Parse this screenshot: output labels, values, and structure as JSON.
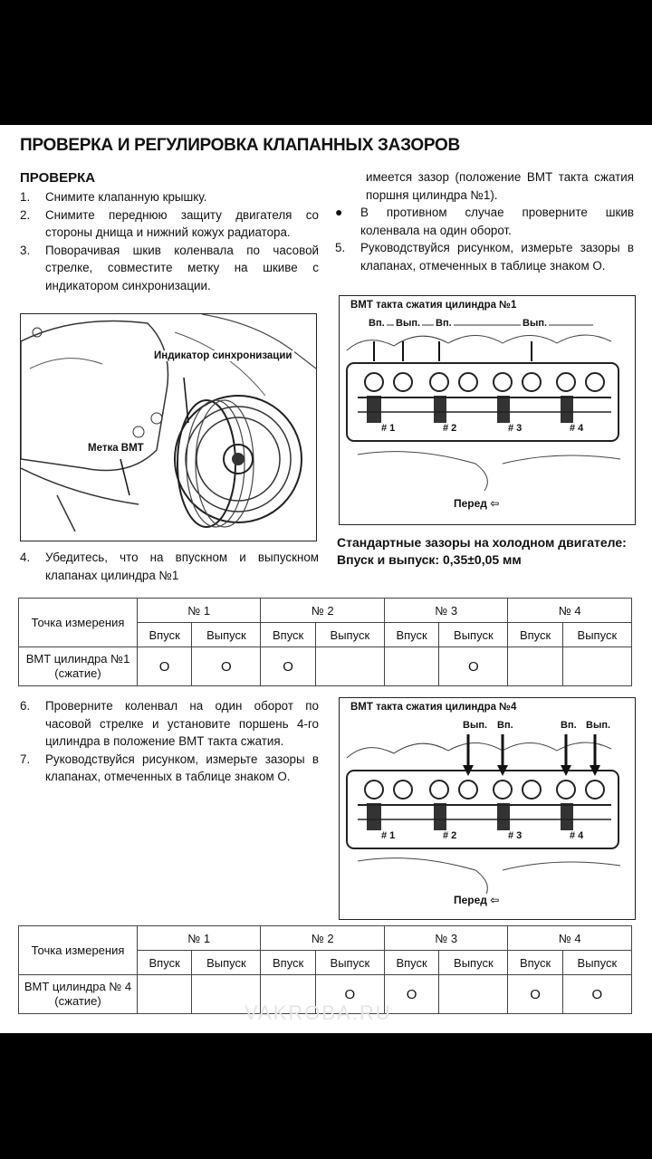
{
  "title": "ПРОВЕРКА И РЕГУЛИРОВКА КЛАПАННЫХ ЗАЗОРОВ",
  "subtitle": "ПРОВЕРКА",
  "steps_left": [
    {
      "num": "1.",
      "text": "Снимите клапанную крышку."
    },
    {
      "num": "2.",
      "text": "Снимите переднюю защиту двигателя со стороны днища и нижний кожух радиатора."
    },
    {
      "num": "3.",
      "text": "Поворачивая шкив коленвала по часовой стрелке, совместите метку на шкиве с индикатором синхронизации."
    }
  ],
  "right_col": {
    "cont": "имеется зазор (положение ВМТ такта сжатия поршня цилиндра №1).",
    "bullet": "В противном случае проверните шкив коленвала на один оборот.",
    "step5_num": "5.",
    "step5": "Руководствуйся рисунком, измерьте зазоры в клапанах, отмеченных в таблице знаком О."
  },
  "fig1": {
    "label_indicator": "Индикатор синхронизации",
    "label_mark": "Метка ВМТ"
  },
  "fig2": {
    "title": "ВМТ такта сжатия цилиндра №1",
    "labels": [
      "Вп.",
      "Вып.",
      "Вп.",
      "Вып."
    ],
    "cyl": [
      "# 1",
      "# 2",
      "# 3",
      "# 4"
    ],
    "front": "Перед"
  },
  "step4": {
    "num": "4.",
    "text": "Убедитесь, что на впускном и выпускном клапанах цилиндра №1"
  },
  "standard": {
    "line1": "Стандартные зазоры на холодном двигателе:",
    "line2": "Впуск и выпуск: 0,35±0,05 мм"
  },
  "table1": {
    "head": "Точка измерения",
    "groups": [
      "№ 1",
      "№ 2",
      "№ 3",
      "№ 4"
    ],
    "sub": [
      "Впуск",
      "Выпуск",
      "Впуск",
      "Выпуск",
      "Впуск",
      "Выпуск",
      "Впуск",
      "Выпуск"
    ],
    "row_label": "ВМТ цилиндра №1 (сжатие)",
    "marks": [
      "O",
      "O",
      "O",
      "",
      "",
      "O",
      "",
      ""
    ]
  },
  "steps_sec2": [
    {
      "num": "6.",
      "text": "Проверните коленвал на один оборот по часовой стрелке и установите поршень 4-го цилиндра в положение ВМТ такта сжатия."
    },
    {
      "num": "7.",
      "text": "Руководствуйся рисунком, измерьте зазоры в клапанах, отмеченных в таблице знаком О."
    }
  ],
  "fig3": {
    "title": "ВМТ такта сжатия цилиндра №4",
    "labels": [
      "Вып.",
      "Вп.",
      "Вп.",
      "Вып."
    ],
    "cyl": [
      "# 1",
      "# 2",
      "# 3",
      "# 4"
    ],
    "front": "Перед"
  },
  "table2": {
    "head": "Точка измерения",
    "groups": [
      "№ 1",
      "№ 2",
      "№ 3",
      "№ 4"
    ],
    "sub": [
      "Впуск",
      "Выпуск",
      "Впуск",
      "Выпуск",
      "Впуск",
      "Выпуск",
      "Впуск",
      "Выпуск"
    ],
    "row_label": "ВМТ цилиндра № 4 (сжатие)",
    "marks": [
      "",
      "",
      "",
      "O",
      "O",
      "",
      "O",
      "O"
    ]
  },
  "watermark": "VAKROBA.RU"
}
